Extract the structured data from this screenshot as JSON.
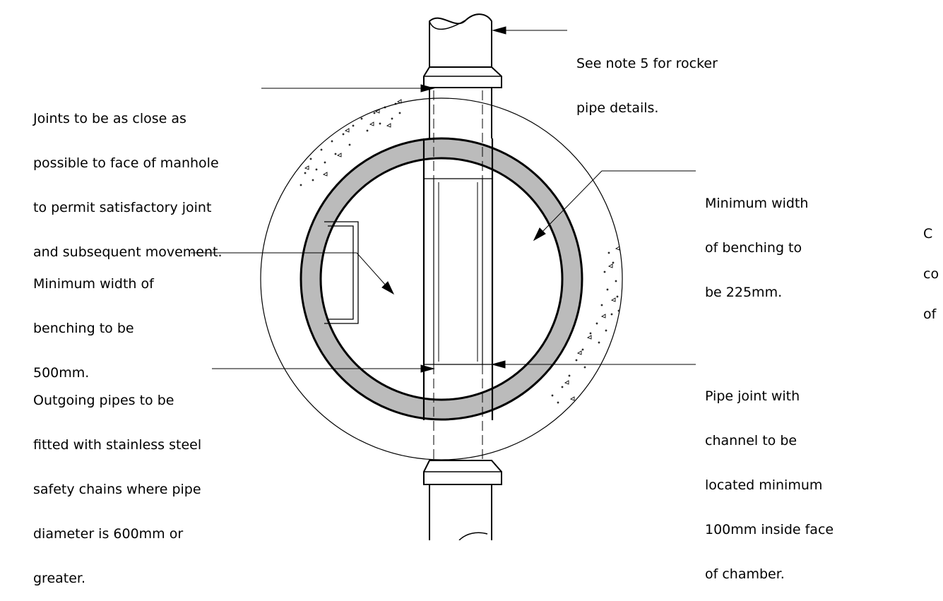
{
  "colors": {
    "line": "#000000",
    "wall_fill": "#bbbbbb",
    "background": "#ffffff"
  },
  "notes": {
    "rocker_pipe": [
      "See note 5 for rocker",
      "pipe details."
    ],
    "joints": [
      "Joints to be as close as",
      "possible to face of manhole",
      "to permit satisfactory joint",
      "and subsequent movement."
    ],
    "benching_right": [
      "Minimum width",
      "of benching to",
      "be 225mm."
    ],
    "benching_left": [
      "Minimum width of",
      "benching to be",
      "500mm."
    ],
    "outgoing_pipes": [
      "Outgoing pipes to be",
      "fitted with stainless steel",
      "safety chains where pipe",
      "diameter is 600mm or",
      "greater."
    ],
    "pipe_joint": [
      "Pipe joint with",
      "channel to be",
      "located minimum",
      "100mm inside face",
      "of chamber."
    ],
    "cut_off_edge": [
      "C",
      "co",
      "of"
    ]
  }
}
